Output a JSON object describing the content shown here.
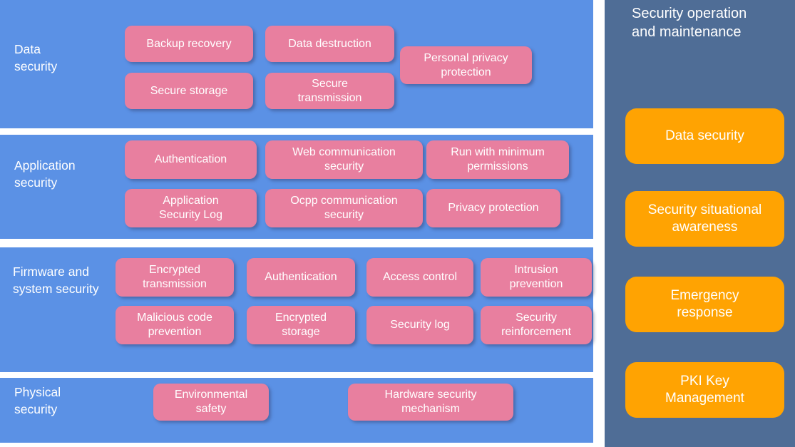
{
  "diagram": {
    "bands": [
      {
        "label": "Data\nsecurity",
        "boxes": [
          {
            "label": "Backup recovery"
          },
          {
            "label": "Data destruction"
          },
          {
            "label": "Secure storage"
          },
          {
            "label": "Secure\ntransmission"
          },
          {
            "label": "Personal privacy\nprotection"
          }
        ]
      },
      {
        "label": "Application\nsecurity",
        "boxes": [
          {
            "label": "Authentication"
          },
          {
            "label": "Web communication\nsecurity"
          },
          {
            "label": "Run with minimum\npermissions"
          },
          {
            "label": "Application\nSecurity Log"
          },
          {
            "label": "Ocpp communication\nsecurity"
          },
          {
            "label": "Privacy protection"
          }
        ]
      },
      {
        "label": "Firmware and\nsystem security",
        "boxes": [
          {
            "label": "Encrypted\ntransmission"
          },
          {
            "label": "Authentication"
          },
          {
            "label": "Access control"
          },
          {
            "label": "Intrusion\nprevention"
          },
          {
            "label": "Malicious code\nprevention"
          },
          {
            "label": "Encrypted\nstorage"
          },
          {
            "label": "Security log"
          },
          {
            "label": "Security\nreinforcement"
          }
        ]
      },
      {
        "label": "Physical\nsecurity",
        "boxes": [
          {
            "label": "Environmental\nsafety"
          },
          {
            "label": "Hardware security\nmechanism"
          }
        ]
      }
    ],
    "panel": {
      "title": "Security operation\nand maintenance",
      "buttons": [
        {
          "label": "Data security"
        },
        {
          "label": "Security situational\nawareness"
        },
        {
          "label": "Emergency\nresponse"
        },
        {
          "label": "PKI Key\nManagement"
        }
      ]
    },
    "colors": {
      "band_blue": "#5B91E5",
      "node_pink": "#E87F9F",
      "panel_slate": "#4F6D96",
      "button_orange": "#FFA302",
      "text": "#FFFFFF",
      "background": "#FFFFFF"
    }
  }
}
